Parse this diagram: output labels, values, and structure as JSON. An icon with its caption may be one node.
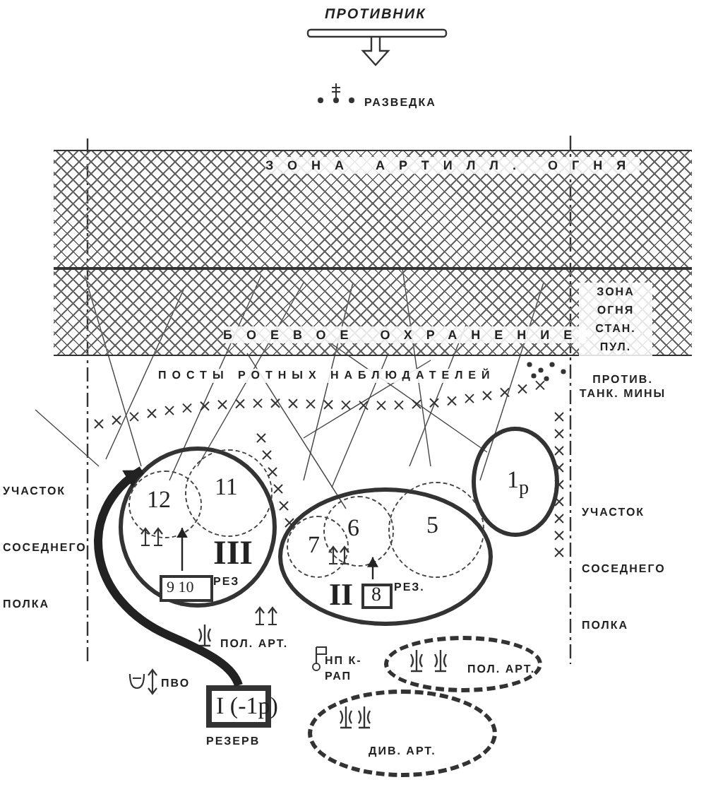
{
  "diagram": {
    "nodes": [
      {
        "text": [
          "ЗОНА АРТИЛЛ. ОГНЯ"
        ]
      },
      {
        "text": [
          "БОЕВОЕ ОХРАНЕНИЕ"
        ]
      },
      {
        "text": [
          "III"
        ]
      },
      {
        "text": [
          "12"
        ],
        "in": 2
      },
      {
        "text": [
          "11"
        ],
        "in": 2
      },
      {
        "text": [
          "9 10"
        ],
        "beside": [
          "РЕЗ"
        ],
        "in": 2
      },
      {
        "text": [
          "1$_{р}$"
        ]
      },
      {
        "text": [
          "II"
        ]
      },
      {
        "text": [
          "7"
        ],
        "in": 7
      },
      {
        "text": [
          "6"
        ],
        "in": 7
      },
      {
        "text": [
          "5"
        ],
        "in": 7
      },
      {
        "text": [
          "8"
        ],
        "beside": [
          "РЕЗ."
        ],
        "in": 7
      },
      {
        "text": [
          "ПОЛ. АРТ."
        ]
      },
      {
        "text": [
          "I (-1р)"
        ],
        "beside": [
          "РЕЗЕРВ"
        ]
      },
      {
        "text": [
          "ДИВ. АРТ."
        ]
      }
    ],
    "edges": [
      {
        "from": 5,
        "to": 3,
        "arrow": "to"
      },
      {
        "from": 11,
        "to": 9,
        "arrow": "to"
      },
      {
        "from": 13,
        "to": 2,
        "arrow": "to",
        "style": "thick"
      }
    ],
    "labels": [
      "ПРОТИВНИК",
      "РАЗВЕДКА",
      "ЗОНА ОГНЯ СТАН. ПУЛ.",
      "ПОСТЫ РОТНЫХ НАБЛЮДАТЕЛЕЙ",
      "ПРОТИВ. ТАНК. МИНЫ",
      "УЧАСТОК СОСЕДНЕГО ПОЛКА",
      "УЧАСТОК СОСЕДНЕГО ПОЛКА",
      "ПОЛ. АРТ.",
      "НП К-РАП",
      "ПВО"
    ]
  }
}
